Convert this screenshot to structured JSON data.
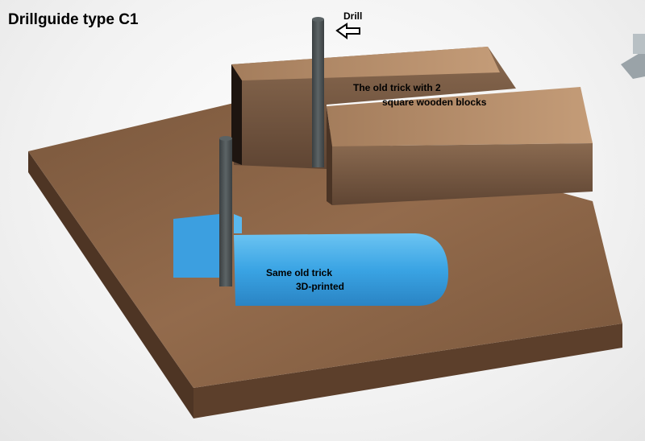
{
  "title": "Drillguide type C1",
  "labels": {
    "drill": "Drill",
    "wooden_blocks_line1": "The old trick with 2",
    "wooden_blocks_line2": "square wooden blocks",
    "printed_line1": "Same old trick",
    "printed_line2": "3D-printed"
  },
  "colors": {
    "wood_top": "#8a6446",
    "wood_side": "#5a3e2a",
    "block_top": "#b48c68",
    "block_front": "#6e5240",
    "rod": "#4a5052",
    "printed_part": "#3ea8e8"
  }
}
